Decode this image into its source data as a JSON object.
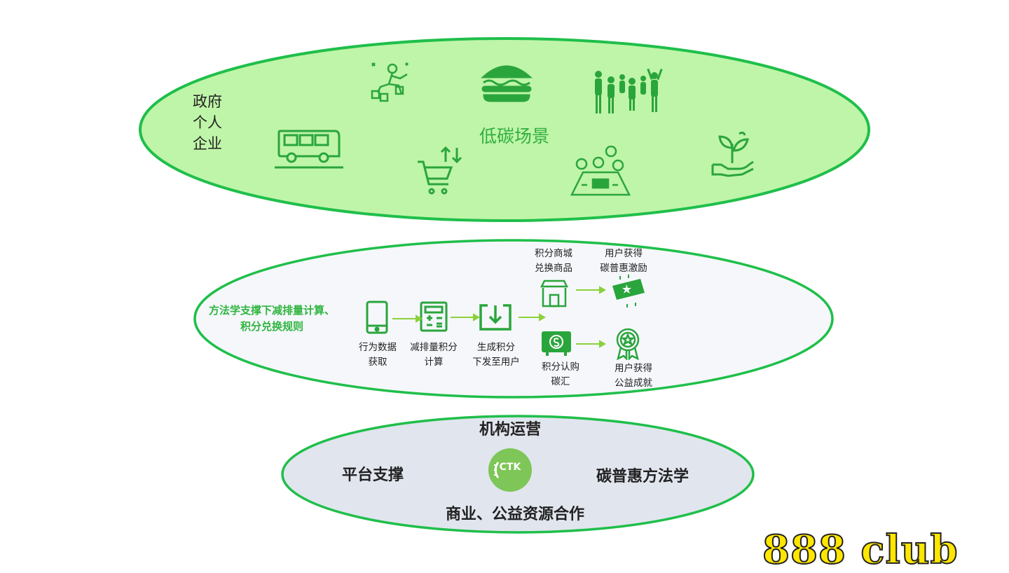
{
  "top": {
    "actors": [
      "政府",
      "个人",
      "企业"
    ],
    "scene_title": "低碳场景",
    "icons": [
      "recycling-icon",
      "burger-icon",
      "crowd-icon",
      "bus-icon",
      "shopping-cart-icon",
      "meeting-icon",
      "plant-hand-icon"
    ]
  },
  "middle": {
    "method_lines": [
      "方法学支撑下减排量计算、",
      "积分兑换规则"
    ],
    "steps": [
      {
        "lines": [
          "行为数据",
          "获取"
        ]
      },
      {
        "lines": [
          "减排量积分",
          "计算"
        ]
      },
      {
        "lines": [
          "生成积分",
          "下发至用户"
        ]
      }
    ],
    "upper_branch": {
      "from": [
        "积分商城",
        "兑换商品"
      ],
      "to": [
        "用户获得",
        "碳普惠激励"
      ]
    },
    "lower_branch": {
      "from": [
        "积分认购",
        "碳汇"
      ],
      "to": [
        "用户获得",
        "公益成就"
      ]
    }
  },
  "bottom": {
    "title": "机构运营",
    "left": "平台支撑",
    "right": "碳普惠方法学",
    "bottom": "商业、公益资源合作",
    "logo": "CTK"
  },
  "watermark": "888 club",
  "colors": {
    "green": "#1fbf4a",
    "icon_green": "#2aa53c",
    "arrow_green": "#8ad13a",
    "top_fill": "#bff5a8",
    "middle_fill": "#f5f7fb",
    "bottom_fill": "#e1e5ee",
    "logo": "#7dc657",
    "watermark": "#ffe600"
  }
}
